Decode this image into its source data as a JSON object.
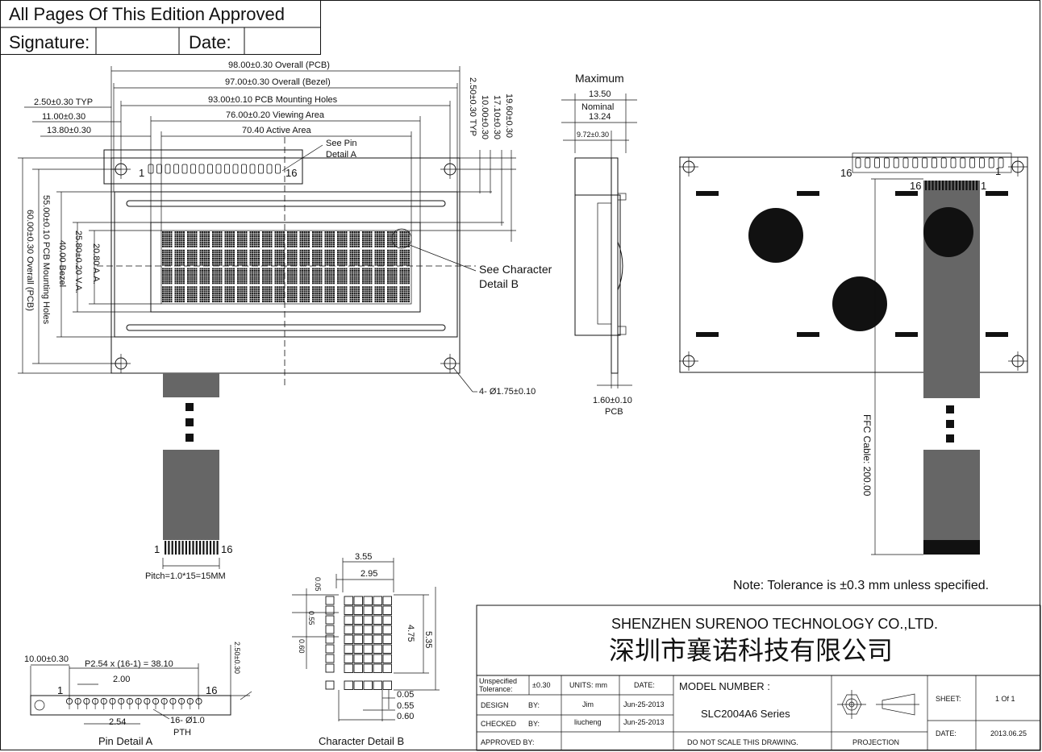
{
  "approval_box": {
    "heading": "All Pages Of This Edition Approved",
    "signature_label": "Signature:",
    "date_label": "Date:"
  },
  "front_view": {
    "overall_pcb": "98.00±0.30 Overall (PCB)",
    "overall_bezel": "97.00±0.30 Overall (Bezel)",
    "mounting_holes_h": "93.00±0.10 PCB Mounting Holes",
    "viewing_area": "76.00±0.20 Viewing Area",
    "active_area": "70.40 Active Area",
    "left_typ": "2.50±0.30 TYP",
    "left_11": "11.00±0.30",
    "left_13": "13.80±0.30",
    "right_typ": "2.50±0.30 TYP",
    "right_10": "10.00±0.30",
    "right_17": "17.10±0.30",
    "right_19": "19.60±0.30",
    "see_pin": "See Pin",
    "detail_a": "Detail A",
    "see_char": "See Character",
    "detail_b": "Detail B",
    "overall_60": "60.00±0.30 Overall (PCB)",
    "holes_55": "55.00±0.10 PCB Mounting Holes",
    "bezel_40": "40.00 Bezel",
    "va_25": "25.80±0.20 V.A.",
    "aa_20": "20.80 A.A.",
    "hole_dia": "4- Ø1.75±0.10",
    "pin_1": "1",
    "pin_16": "16",
    "ffc_1": "1",
    "ffc_16": "16",
    "pitch": "Pitch=1.0*15=15MM"
  },
  "side_view": {
    "maximum": "Maximum",
    "max_val": "13.50",
    "nominal": "Nominal",
    "nom_val": "13.24",
    "offset": "9.72±0.30",
    "pcb_thk": "1.60±0.10",
    "pcb": "PCB"
  },
  "back_view": {
    "pin_16": "16",
    "pin_1": "1",
    "ffc_16": "16",
    "ffc_1": "1",
    "ffc_cable": "FFC Cable: 200.00"
  },
  "note": "Note: Tolerance is ±0.3 mm unless specified.",
  "character_detail": {
    "w_355": "3.55",
    "w_295": "2.95",
    "d_005": "0.05",
    "d_055": "0.55",
    "d_060": "0.60",
    "h_475": "4.75",
    "h_535": "5.35",
    "b_005": "0.05",
    "b_055": "0.55",
    "b_060": "0.60",
    "title": "Character Detail B"
  },
  "pin_detail": {
    "left_10": "10.00±0.30",
    "pitch_formula": "P2.54 x (16-1) = 38.10",
    "d_200": "2.00",
    "d_254": "2.54",
    "holes": "16- Ø1.0",
    "pth": "PTH",
    "right_250": "2.50±0.30",
    "pin_1": "1",
    "pin_16": "16",
    "title": "Pin Detail A"
  },
  "title_block": {
    "company_en": "SHENZHEN SURENOO TECHNOLOGY CO.,LTD.",
    "company_cn": "深圳市襄诺科技有限公司",
    "unspecified": "Unspecified",
    "tolerance": "Tolerance:",
    "tol_value": "±0.30",
    "units": "UNITS: mm",
    "date_hdr": "DATE:",
    "model_number": "MODEL NUMBER :",
    "model_value": "SLC2004A6 Series",
    "design": "DESIGN",
    "by1": "BY:",
    "design_name": "Jim",
    "design_date": "Jun-25-2013",
    "checked": "CHECKED",
    "by2": "BY:",
    "checked_name": "liucheng",
    "checked_date": "Jun-25-2013",
    "approved": "APPROVED BY:",
    "do_not_scale": "DO NOT SCALE THIS DRAWING.",
    "projection": "PROJECTION",
    "sheet_label": "SHEET:",
    "sheet_value": "1  Of  1",
    "date_label": "DATE:",
    "date_value": "2013.06.25"
  },
  "colors": {
    "ink": "#111111",
    "ffc": "#666666"
  }
}
